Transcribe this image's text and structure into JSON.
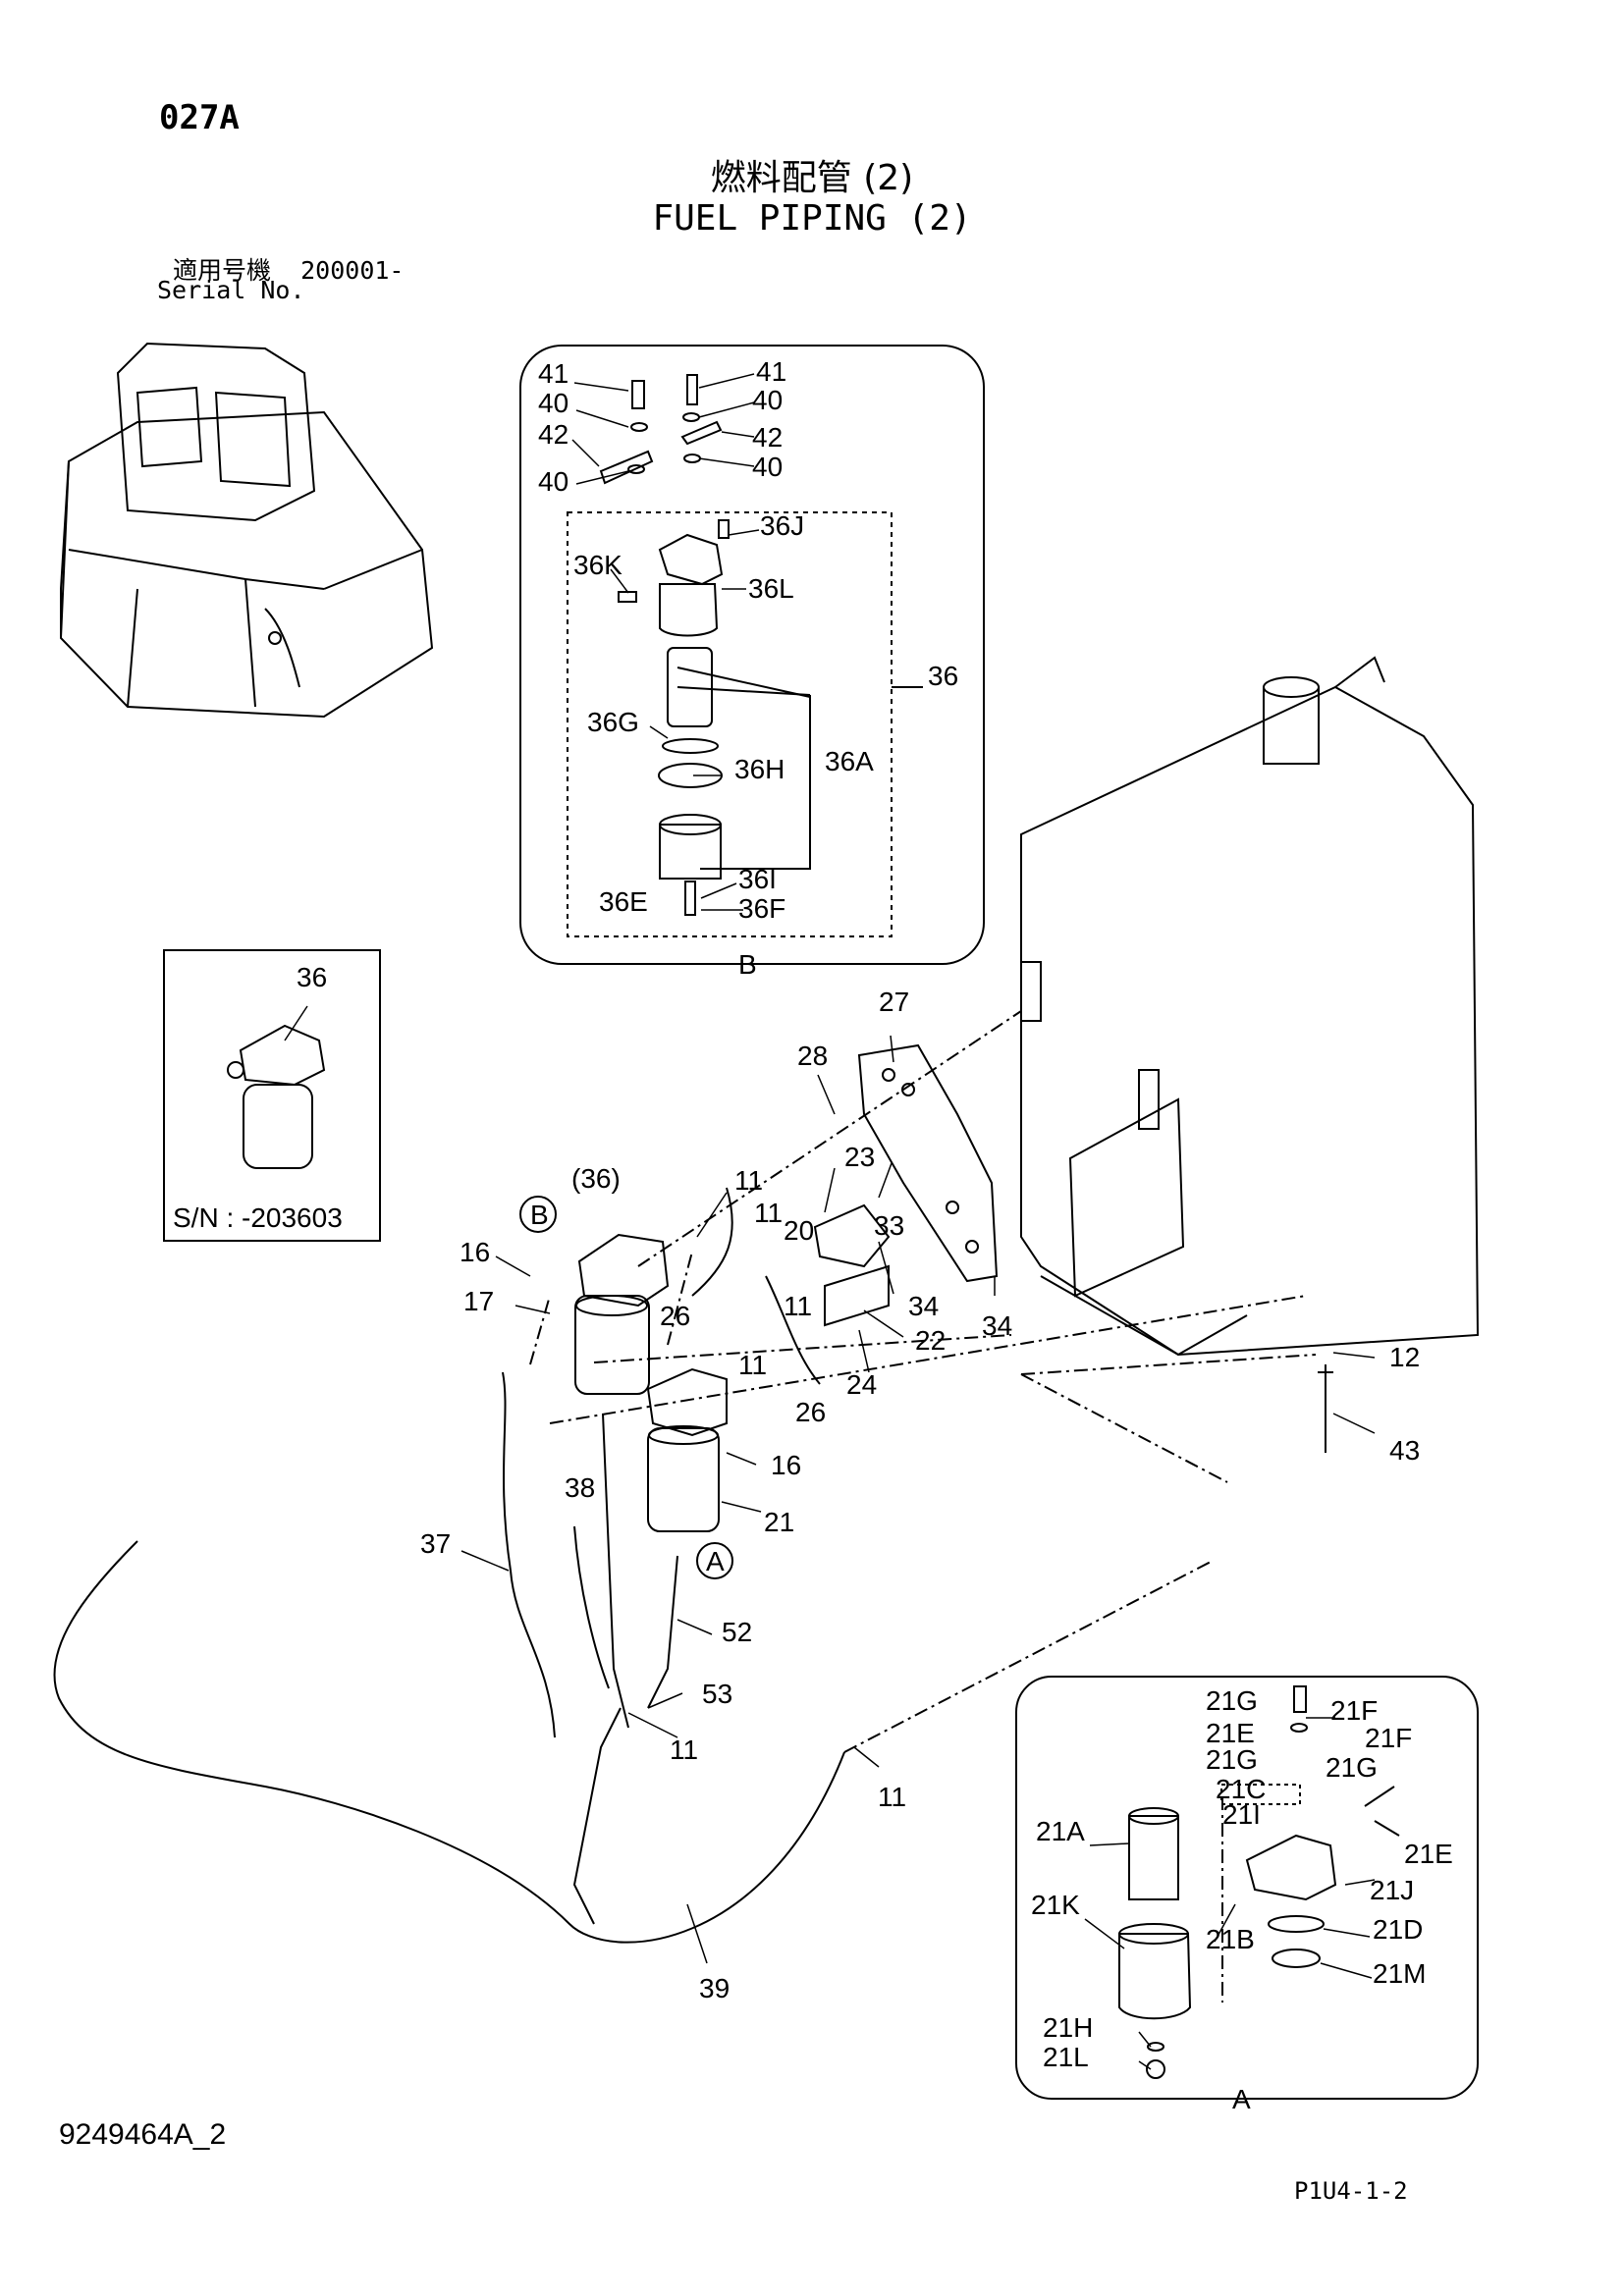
{
  "header": {
    "page_code": "027A",
    "title_jp": "燃料配管 (2)",
    "title_en": "FUEL PIPING (2)",
    "serial_label_jp": "適用号機",
    "serial_value": "200001-",
    "serial_label_en": "Serial No."
  },
  "footer": {
    "drawing_number": "9249464A_2",
    "page_reference": "P1U4-1-2"
  },
  "inset_serial": {
    "part": "36",
    "label": "S/N : -203603"
  },
  "detail_views": {
    "b": "B",
    "a": "A"
  },
  "callouts": {
    "b_41_l": "41",
    "b_40_l1": "40",
    "b_42_l": "42",
    "b_40_l2": "40",
    "b_41_r": "41",
    "b_40_r1": "40",
    "b_42_r": "42",
    "b_40_r2": "40",
    "b_36j": "36J",
    "b_36k": "36K",
    "b_36l": "36L",
    "b_36": "36",
    "b_36g": "36G",
    "b_36h": "36H",
    "b_36a": "36A",
    "b_36i": "36I",
    "b_36e": "36E",
    "b_36f": "36F",
    "m_27": "27",
    "m_28": "28",
    "m_36p": "(36)",
    "m_b": "B",
    "m_11a": "11",
    "m_11b": "11",
    "m_11c": "11",
    "m_11d": "11",
    "m_11e": "11",
    "m_11f": "11",
    "m_20": "20",
    "m_23": "23",
    "m_33": "33",
    "m_16a": "16",
    "m_17": "17",
    "m_26a": "26",
    "m_34a": "34",
    "m_34b": "34",
    "m_22": "22",
    "m_24": "24",
    "m_26b": "26",
    "m_12": "12",
    "m_43": "43",
    "m_16b": "16",
    "m_38": "38",
    "m_21": "21",
    "m_a": "A",
    "m_37": "37",
    "m_52": "52",
    "m_53": "53",
    "m_39": "39",
    "a_21g1": "21G",
    "a_21f1": "21F",
    "a_21e1": "21E",
    "a_21f2": "21F",
    "a_21g2": "21G",
    "a_21g3": "21G",
    "a_21c": "21C",
    "a_21a": "21A",
    "a_21i": "21I",
    "a_21e2": "21E",
    "a_21j": "21J",
    "a_21k": "21K",
    "a_21b": "21B",
    "a_21d": "21D",
    "a_21m": "21M",
    "a_21h": "21H",
    "a_21l": "21L"
  }
}
